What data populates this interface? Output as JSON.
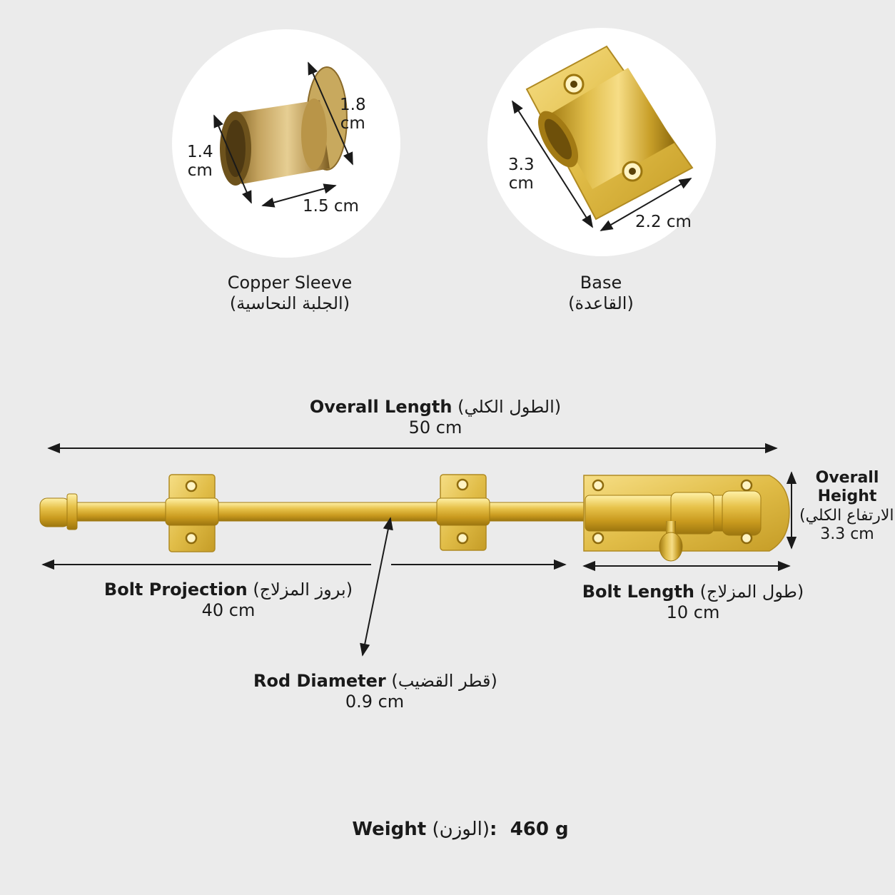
{
  "colors": {
    "background": "#ebebeb",
    "brass": "#d9b43a",
    "brass_dark": "#a57d14",
    "ink": "#1a1a1a"
  },
  "sleeve": {
    "title": "Copper Sleeve",
    "title_ar": "(الجلبة النحاسية)",
    "dim_height_value": "1.8",
    "dim_height_unit": "cm",
    "dim_outer_value": "1.4",
    "dim_outer_unit": "cm",
    "dim_length": "1.5 cm"
  },
  "base": {
    "title": "Base",
    "title_ar": "(القاعدة)",
    "dim_length_value": "3.3",
    "dim_length_unit": "cm",
    "dim_width": "2.2 cm"
  },
  "overall_length": {
    "label": "Overall Length",
    "label_ar": "(الطول الكلي)",
    "value": "50 cm"
  },
  "overall_height": {
    "line1": "Overall",
    "line2": "Height",
    "label_ar": "(الارتفاع الكلي)",
    "value": "3.3 cm"
  },
  "bolt_projection": {
    "label": "Bolt Projection",
    "label_ar": "(بروز المزلاج)",
    "value": "40 cm"
  },
  "bolt_length": {
    "label": "Bolt Length",
    "label_ar": "(طول المزلاج)",
    "value": "10 cm"
  },
  "rod_diameter": {
    "label": "Rod Diameter",
    "label_ar": "(قطر القضيب)",
    "value": "0.9 cm"
  },
  "weight": {
    "label": "Weight",
    "label_ar": "(الوزن)",
    "separator": ":",
    "value": "460 g"
  }
}
